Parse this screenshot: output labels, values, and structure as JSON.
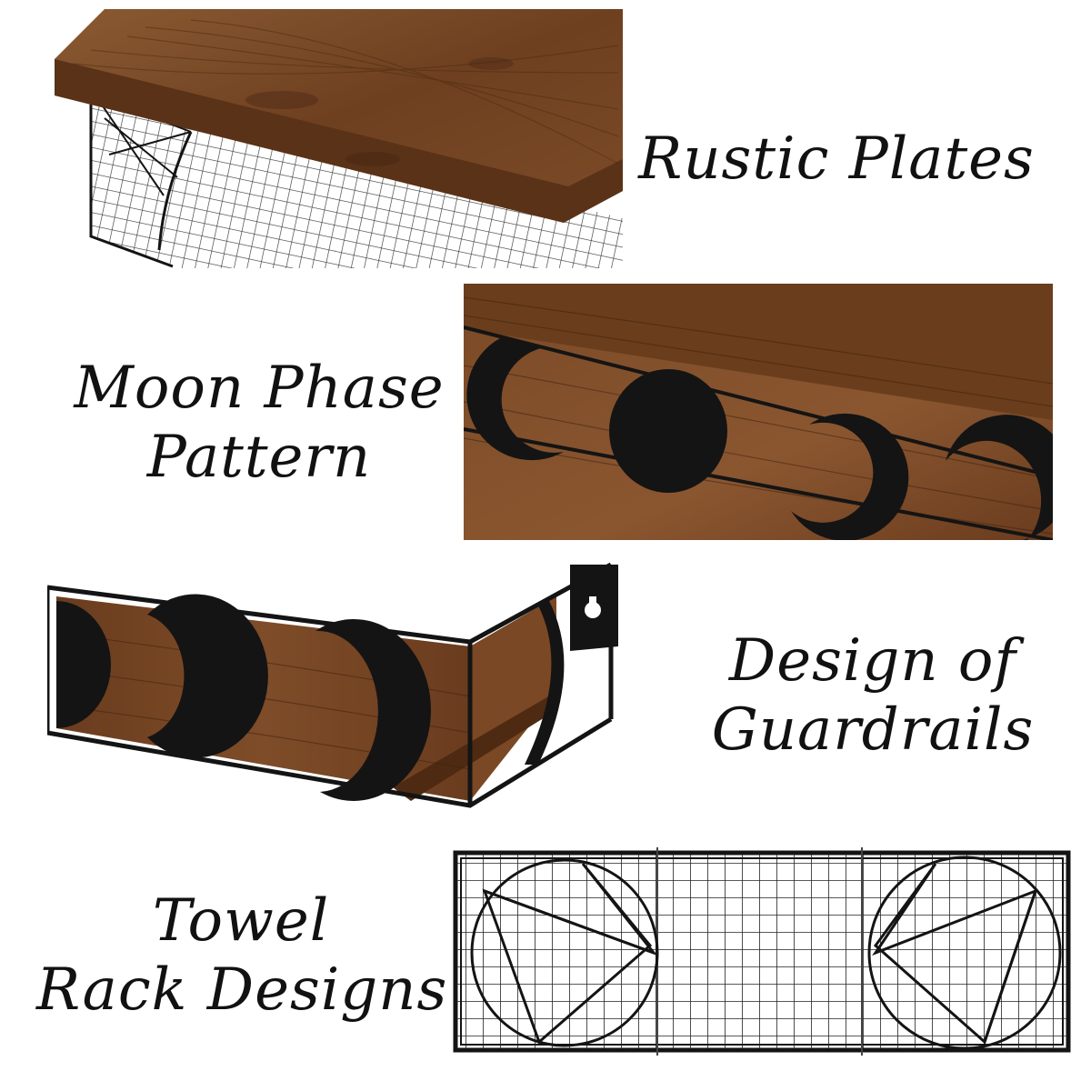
{
  "captions": {
    "rustic_plates": "Rustic Plates",
    "moon_phase_line1": "Moon Phase",
    "moon_phase_line2": "Pattern",
    "guardrails_line1": "Design of",
    "guardrails_line2": "Guardrails",
    "towel_line1": "Towel",
    "towel_line2": "Rack Designs"
  },
  "colors": {
    "background": "#ffffff",
    "text": "#111111",
    "wood_dark": "#5a3218",
    "wood_mid": "#7a4a26",
    "wood_light": "#9a6a40",
    "metal": "#141414"
  },
  "panels": [
    {
      "name": "rustic-plates-photo",
      "depicts": "wood-shelf-with-wire-basket"
    },
    {
      "name": "moon-phase-photo",
      "depicts": "shelf-edge-with-moon-phase-cutouts"
    },
    {
      "name": "guardrail-photo",
      "depicts": "shelf-with-moon-guardrail-and-bracket"
    },
    {
      "name": "towel-rack-photo",
      "depicts": "wire-grid-rack-with-pentagrams"
    }
  ]
}
